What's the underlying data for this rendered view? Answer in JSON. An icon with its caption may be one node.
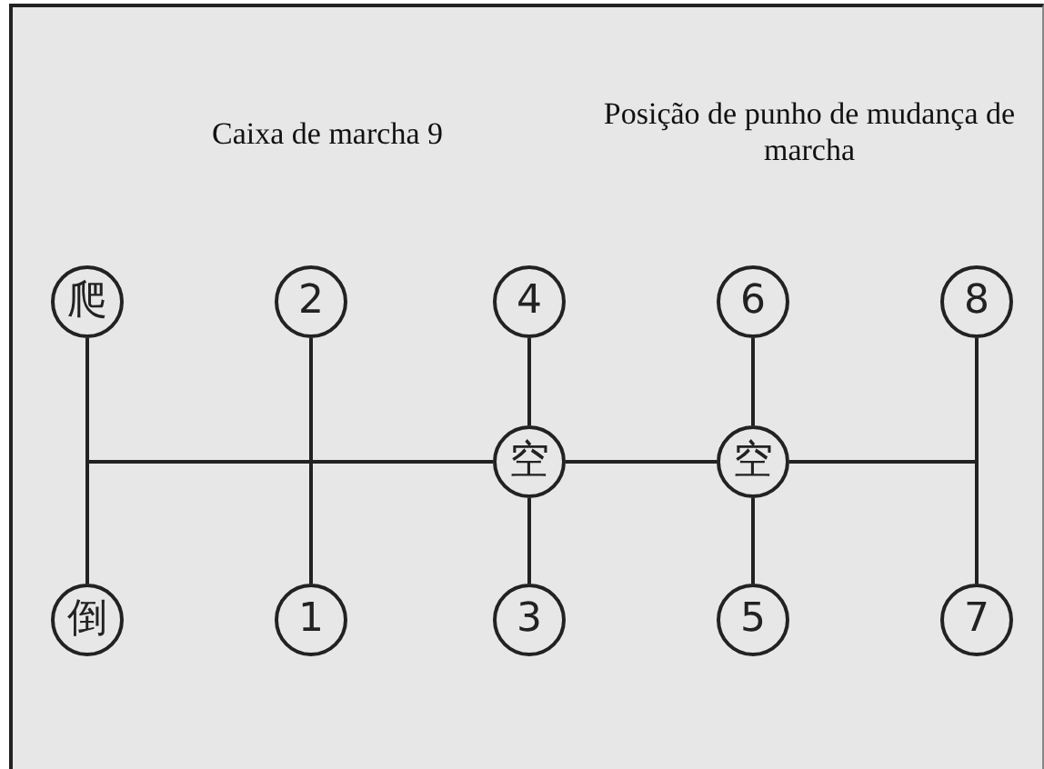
{
  "diagram": {
    "nodes": [
      {
        "text": [
          "爬"
        ]
      },
      {
        "text": [
          "2"
        ]
      },
      {
        "text": [
          "4"
        ]
      },
      {
        "text": [
          "6"
        ]
      },
      {
        "text": [
          "8"
        ]
      },
      {
        "text": [
          "空"
        ]
      },
      {
        "text": [
          "空"
        ]
      },
      {
        "text": [
          "倒"
        ]
      },
      {
        "text": [
          "1"
        ]
      },
      {
        "text": [
          "3"
        ]
      },
      {
        "text": [
          "5"
        ]
      },
      {
        "text": [
          "7"
        ]
      }
    ],
    "edges": [
      {
        "from": 5,
        "to": 0,
        "arrow": "none"
      },
      {
        "from": 5,
        "to": 7,
        "arrow": "none"
      },
      {
        "from": 1,
        "to": 8,
        "arrow": "none"
      },
      {
        "from": 2,
        "to": 5,
        "arrow": "none"
      },
      {
        "from": 5,
        "to": 9,
        "arrow": "none"
      },
      {
        "from": 5,
        "to": 6,
        "arrow": "none"
      },
      {
        "from": 3,
        "to": 6,
        "arrow": "none"
      },
      {
        "from": 6,
        "to": 10,
        "arrow": "none"
      },
      {
        "from": 6,
        "to": 4,
        "arrow": "none"
      },
      {
        "from": 6,
        "to": 11,
        "arrow": "none"
      }
    ],
    "labels": [
      "Caixa de marcha 9",
      "Posição de punho de mudança de marcha"
    ]
  }
}
